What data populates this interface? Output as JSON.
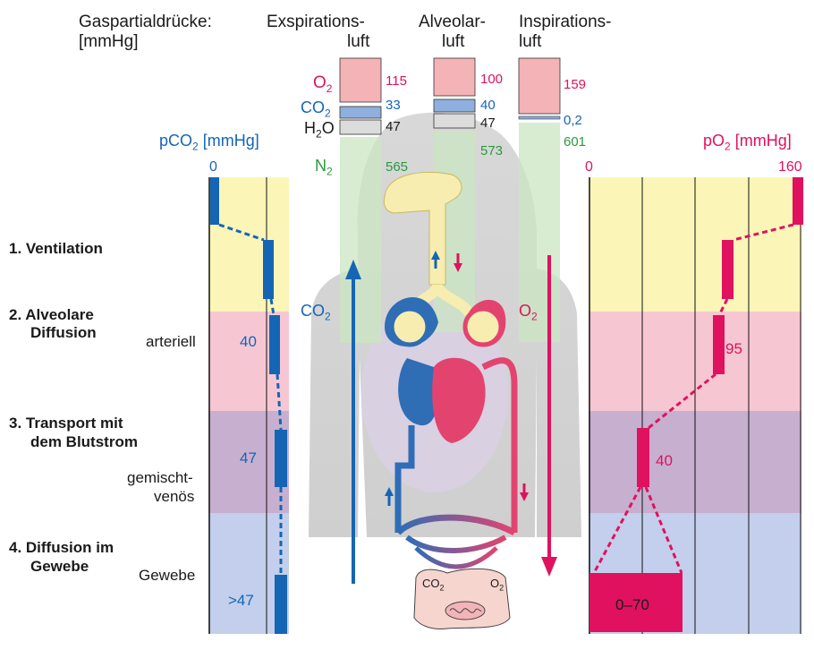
{
  "header": {
    "gas_pressures_line1": "Gaspartialdrücke:",
    "gas_pressures_line2": "[mmHg]",
    "expiration_line1": "Exspirations-",
    "expiration_line2": "luft",
    "alveolar_line1": "Alveolar-",
    "alveolar_line2": "luft",
    "inspiration_line1": "Inspirations-",
    "inspiration_line2": "luft"
  },
  "gases": {
    "o2": "O",
    "o2_sub": "2",
    "co2": "CO",
    "co2_sub": "2",
    "h2o_h": "H",
    "h2o_sub": "2",
    "h2o_o": "O",
    "n2": "N",
    "n2_sub": "2"
  },
  "air_values": {
    "expiration": {
      "o2": "115",
      "co2": "33",
      "h2o": "47",
      "n2": "565"
    },
    "alveolar": {
      "o2": "100",
      "co2": "40",
      "h2o": "47",
      "n2": "573"
    },
    "inspiration": {
      "o2": "159",
      "co2": "0,2",
      "n2": "601"
    }
  },
  "pco2_axis": {
    "label": "pCO",
    "label_sub": "2",
    "unit": " [mmHg]",
    "zero": "0"
  },
  "po2_axis": {
    "label": "pO",
    "label_sub": "2",
    "unit": " [mmHg]",
    "zero": "0",
    "max": "160"
  },
  "stages": [
    {
      "line1": "1. Ventilation",
      "line2": ""
    },
    {
      "line1": "2. Alveolare",
      "line2": "Diffusion"
    },
    {
      "line1": "3. Transport mit",
      "line2": "dem Blutstrom"
    },
    {
      "line1": "4. Diffusion im",
      "line2": "Gewebe"
    }
  ],
  "side_labels": {
    "arterial": "arteriell",
    "mixed_line1": "gemischt-",
    "mixed_line2": "venös",
    "tissue": "Gewebe"
  },
  "pco2_values": {
    "arterial": "40",
    "mixed": "47",
    "tissue": ">47"
  },
  "po2_values": {
    "arterial": "95",
    "mixed": "40",
    "tissue": "0–70"
  },
  "flow_labels": {
    "co2": "CO",
    "co2_sub": "2",
    "o2": "O",
    "o2_sub": "2",
    "tissue_co2": "CO",
    "tissue_co2_sub": "2",
    "tissue_o2": "O",
    "tissue_o2_sub": "2"
  },
  "colors": {
    "pink": "#e0115f",
    "blue": "#1565b5",
    "green": "#2a9a3a",
    "band_ventilation": "#fbf5b8",
    "band_diffusion": "#f6c7d3",
    "band_transport": "#c7afd0",
    "band_tissue": "#c3cfec"
  }
}
